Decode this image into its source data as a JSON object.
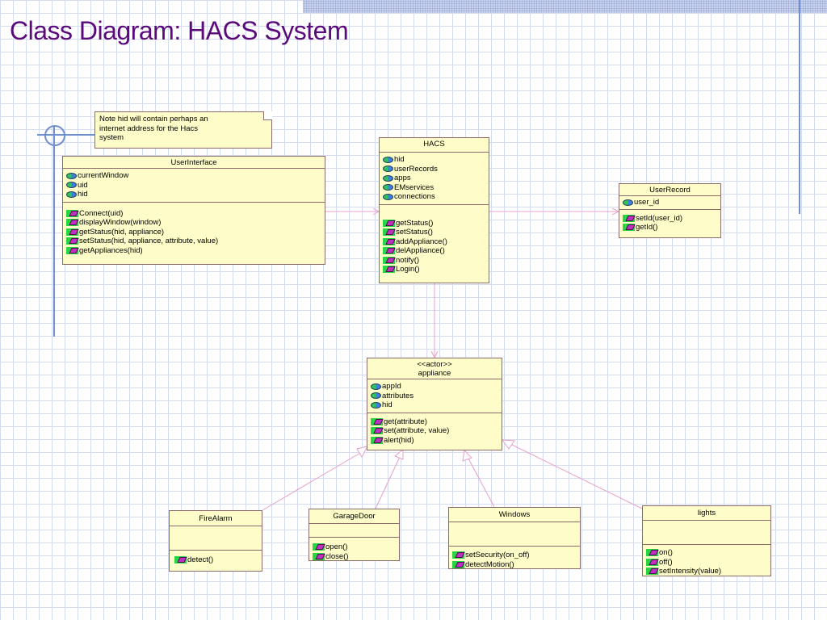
{
  "title": "Class Diagram: HACS System",
  "note": {
    "lines": [
      "Note hid will contain perhaps an",
      "internet address for the Hacs",
      "system"
    ]
  },
  "classes": {
    "userinterface": {
      "name": "UserInterface",
      "attributes": [
        "currentWindow",
        "uid",
        "hid"
      ],
      "operations": [
        "Connect(uid)",
        "displayWindow(window)",
        "getStatus(hid, appliance)",
        "setStatus(hid, appliance, attribute, value)",
        "getAppliances(hid)"
      ]
    },
    "hacs": {
      "name": "HACS",
      "attributes": [
        "hid",
        "userRecords",
        "apps",
        "EMservices",
        "connections"
      ],
      "operations": [
        "getStatus()",
        "setStatus()",
        "addAppliance()",
        "delAppliance()",
        "notify()",
        "Login()"
      ]
    },
    "userrecord": {
      "name": "UserRecord",
      "attributes": [
        "user_id"
      ],
      "operations": [
        "setId(user_id)",
        "getId()"
      ]
    },
    "appliance": {
      "stereotype": "<<actor>>",
      "name": "appliance",
      "attributes": [
        "appId",
        "attributes",
        "hid"
      ],
      "operations": [
        "get(attribute)",
        "set(attribute,  value)",
        "alert(hid)"
      ]
    },
    "firealarm": {
      "name": "FireAlarm",
      "attributes": [],
      "operations": [
        "detect()"
      ]
    },
    "garagedoor": {
      "name": "GarageDoor",
      "attributes": [],
      "operations": [
        "open()",
        "close()"
      ]
    },
    "windows": {
      "name": "Windows",
      "attributes": [],
      "operations": [
        "setSecurity(on_off)",
        "detectMotion()"
      ]
    },
    "lights": {
      "name": "lights",
      "attributes": [],
      "operations": [
        "on()",
        "off()",
        "setIntensity(value)"
      ]
    }
  },
  "colors": {
    "title": "#5a0a7a",
    "class_fill": "#fefdc9",
    "connector": "#e7a0c8",
    "accent_lines": "#6f8fd0"
  },
  "icons": {
    "attribute": "attribute-icon",
    "operation": "operation-icon"
  }
}
